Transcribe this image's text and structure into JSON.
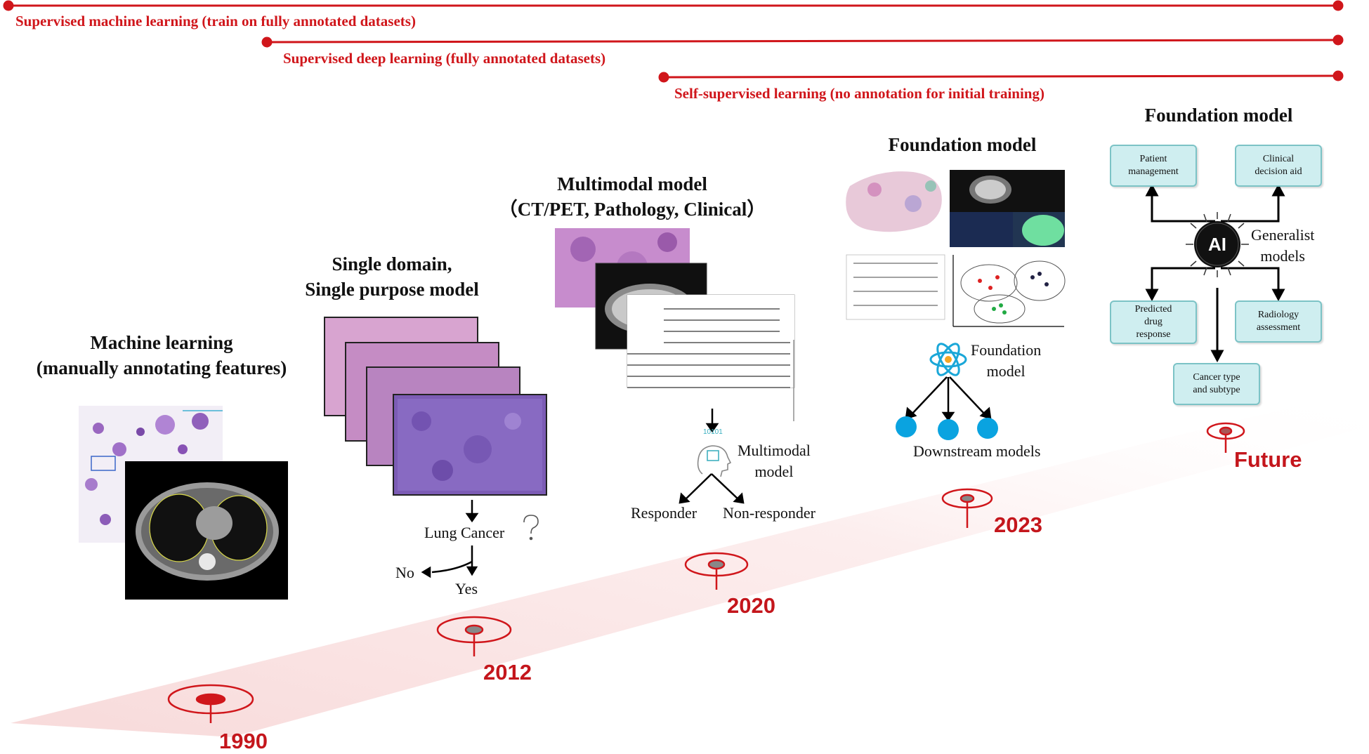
{
  "eras": {
    "supervised_ml": "Supervised machine learning (train on fully annotated datasets)",
    "supervised_dl": "Supervised deep learning (fully annotated datasets)",
    "self_supervised": "Self-supervised learning (no annotation for initial training)"
  },
  "stages": {
    "ml": {
      "title_line1": "Machine learning",
      "title_line2": "(manually annotating features)",
      "year": "1990"
    },
    "single": {
      "title_line1": "Single domain,",
      "title_line2": "Single purpose model",
      "year": "2012",
      "question": "Lung Cancer",
      "no": "No",
      "yes": "Yes"
    },
    "multimodal": {
      "title_line1": "Multimodal model",
      "title_line2": "（CT/PET, Pathology, Clinical）",
      "year": "2020",
      "model_line1": "Multimodal",
      "model_line2": "model",
      "binary_code": "10101",
      "responder": "Responder",
      "non_responder": "Non-responder"
    },
    "foundation": {
      "title": "Foundation model",
      "year": "2023",
      "model_line1": "Foundation",
      "model_line2": "model",
      "downstream": "Downstream models"
    },
    "future": {
      "title": "Foundation model",
      "year": "Future",
      "ai": "AI",
      "generalist_line1": "Generalist",
      "generalist_line2": "models",
      "boxes": {
        "patient": [
          "Patient",
          "management"
        ],
        "clinical": [
          "Clinical",
          "decision aid"
        ],
        "drug": [
          "Predicted",
          "drug",
          "response"
        ],
        "radiology": [
          "Radiology",
          "assessment"
        ],
        "cancer": [
          "Cancer type",
          "and subtype"
        ]
      }
    }
  },
  "colors": {
    "accent_red": "#d0161b",
    "box_fill": "#cfeef0",
    "box_border": "#7cc3c6",
    "node_blue": "#0aa3e0"
  }
}
